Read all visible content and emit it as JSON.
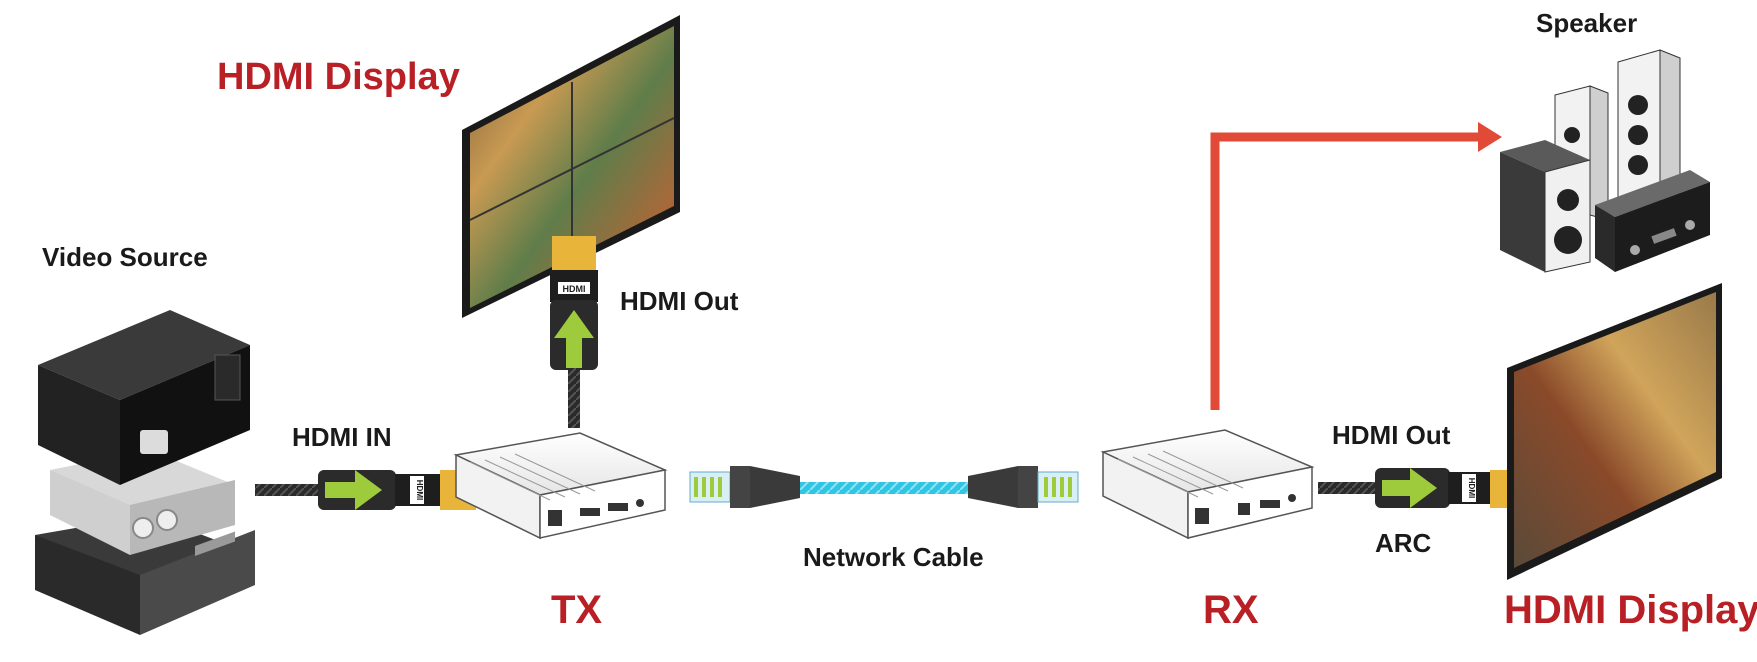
{
  "labels": {
    "video_source": "Video Source",
    "hdmi_in": "HDMI IN",
    "hdmi_display_top": "HDMI Display",
    "hdmi_out_tx": "HDMI Out",
    "network_cable": "Network Cable",
    "tx": "TX",
    "rx": "RX",
    "speaker": "Speaker",
    "hdmi_out_rx": "HDMI Out",
    "arc": "ARC",
    "hdmi_display_right": "HDMI Display"
  },
  "connector_text": {
    "hdmi_plug": "HDMI"
  },
  "colors": {
    "label_red": "#b82025",
    "arrow_red": "#e04a36",
    "arrow_green": "#9ecb3b",
    "plug_yellow": "#e8b43a",
    "cable_cyan": "#2fc6e6",
    "device_dark": "#2b2b2b"
  },
  "icons": [
    "video-source-stack-icon",
    "hdmi-plug-icon",
    "display-panel-icon",
    "extender-box-icon",
    "rj45-plug-icon",
    "speaker-system-icon",
    "amplifier-icon"
  ]
}
